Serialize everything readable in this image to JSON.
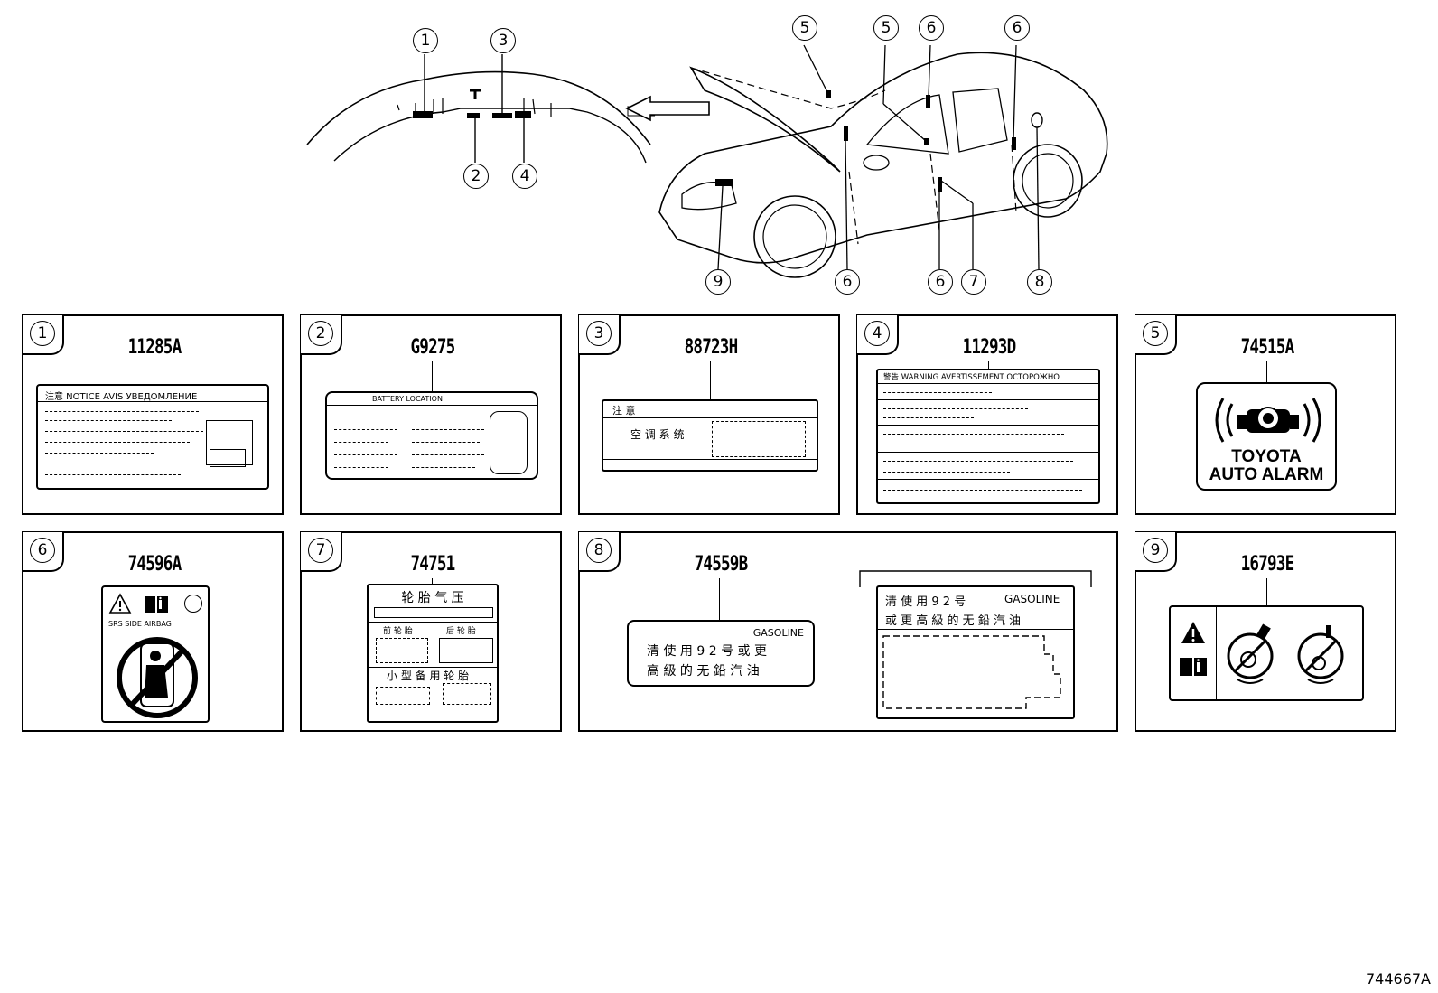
{
  "drawing_code": "744667A",
  "top": {
    "dash_callouts": [
      "1",
      "3",
      "2",
      "4"
    ],
    "car_callouts": [
      "5",
      "5",
      "6",
      "6",
      "9",
      "6",
      "6",
      "7",
      "8"
    ]
  },
  "panels": [
    {
      "index": "1",
      "part": "11285A",
      "header": "注意  NOTICE  AVIS  УВЕДОМЛЕНИЕ"
    },
    {
      "index": "2",
      "part": "G9275",
      "header": "BATTERY LOCATION"
    },
    {
      "index": "3",
      "part": "88723H",
      "header": "注  意",
      "line": "空 调 系 统"
    },
    {
      "index": "4",
      "part": "11293D",
      "header": "警告  WARNING  AVERTISSEMENT  OCTOPOЖHO"
    },
    {
      "index": "5",
      "part": "74515A",
      "line1": "TOYOTA",
      "line2": "AUTO ALARM"
    },
    {
      "index": "6",
      "part": "74596A",
      "line": "SRS  SIDE  AIRBAG"
    },
    {
      "index": "7",
      "part": "74751",
      "title": "轮 胎 气 压",
      "left": "前 轮 胎",
      "right": "后 轮 胎",
      "spare": "小 型 备 用 轮 胎"
    },
    {
      "index": "8",
      "part": "74559B",
      "gas": "GASOLINE",
      "l1": "清 使 用 9 2 号 或 更",
      "l2": "高 級 的 无 鉛 汽 油",
      "r1": "清 使 用 9 2 号",
      "r1b": "GASOLINE",
      "r2": "或 更 高 級 的 无 鉛 汽 油"
    },
    {
      "index": "9",
      "part": "16793E"
    }
  ]
}
